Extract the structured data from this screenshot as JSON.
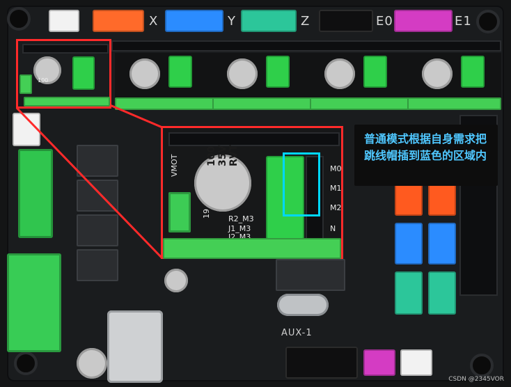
{
  "labels": {
    "x": "X",
    "y": "Y",
    "z": "Z",
    "e0": "E0",
    "e1": "E1",
    "aux": "AUX-1"
  },
  "capacitor": {
    "line1": "100",
    "line2": "35V",
    "line3": "RVT"
  },
  "board_text": {
    "vmot": "VMOT",
    "r2m3": "R2_M3",
    "j1m3": "J1_M3",
    "j2m3": "J2_M3",
    "m0": "M0",
    "m1": "M1",
    "m2": "M2",
    "n": "N",
    "n19": "19"
  },
  "note": {
    "text": "普通模式根据自身需求把跳线帽插到蓝色的区域内"
  },
  "watermark": {
    "text": "CSDN @2345VOR"
  },
  "colors": {
    "highlight_red": "#ff2a2a",
    "highlight_cyan": "#00d7ff",
    "note_text": "#4fc7ff",
    "jumper_green": "#2fcf4a"
  }
}
